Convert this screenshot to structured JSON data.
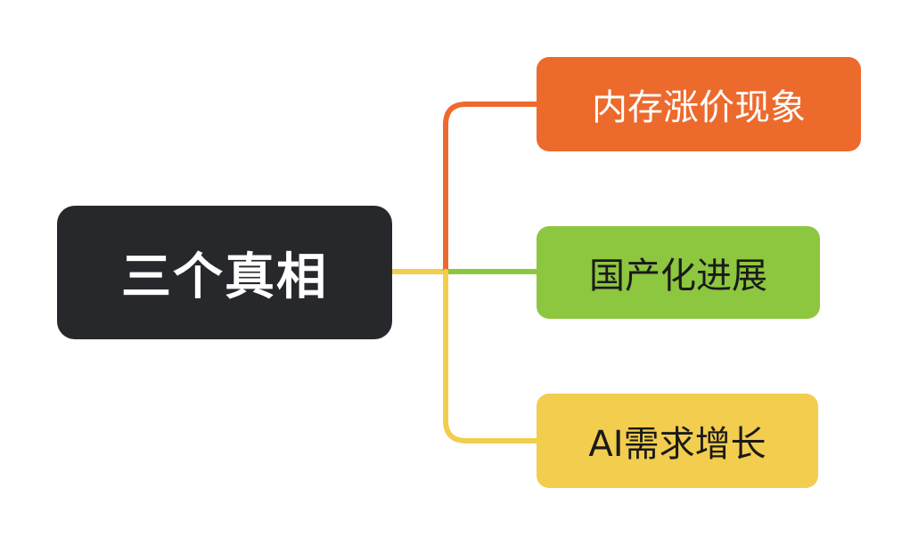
{
  "root": {
    "label": "三个真相",
    "background": "#27282c",
    "text_color": "#ffffff"
  },
  "branches": [
    {
      "label": "内存涨价现象",
      "background": "#ed6a2d",
      "text_color": "#ffffff",
      "line_color": "#ed6a2d"
    },
    {
      "label": "国产化进展",
      "background": "#8dc63f",
      "text_color": "#1a1a1a",
      "line_color": "#8dc63f"
    },
    {
      "label": "AI需求增长",
      "background": "#f2cd4e",
      "text_color": "#1a1a1a",
      "line_color": "#f2cd4e"
    }
  ]
}
